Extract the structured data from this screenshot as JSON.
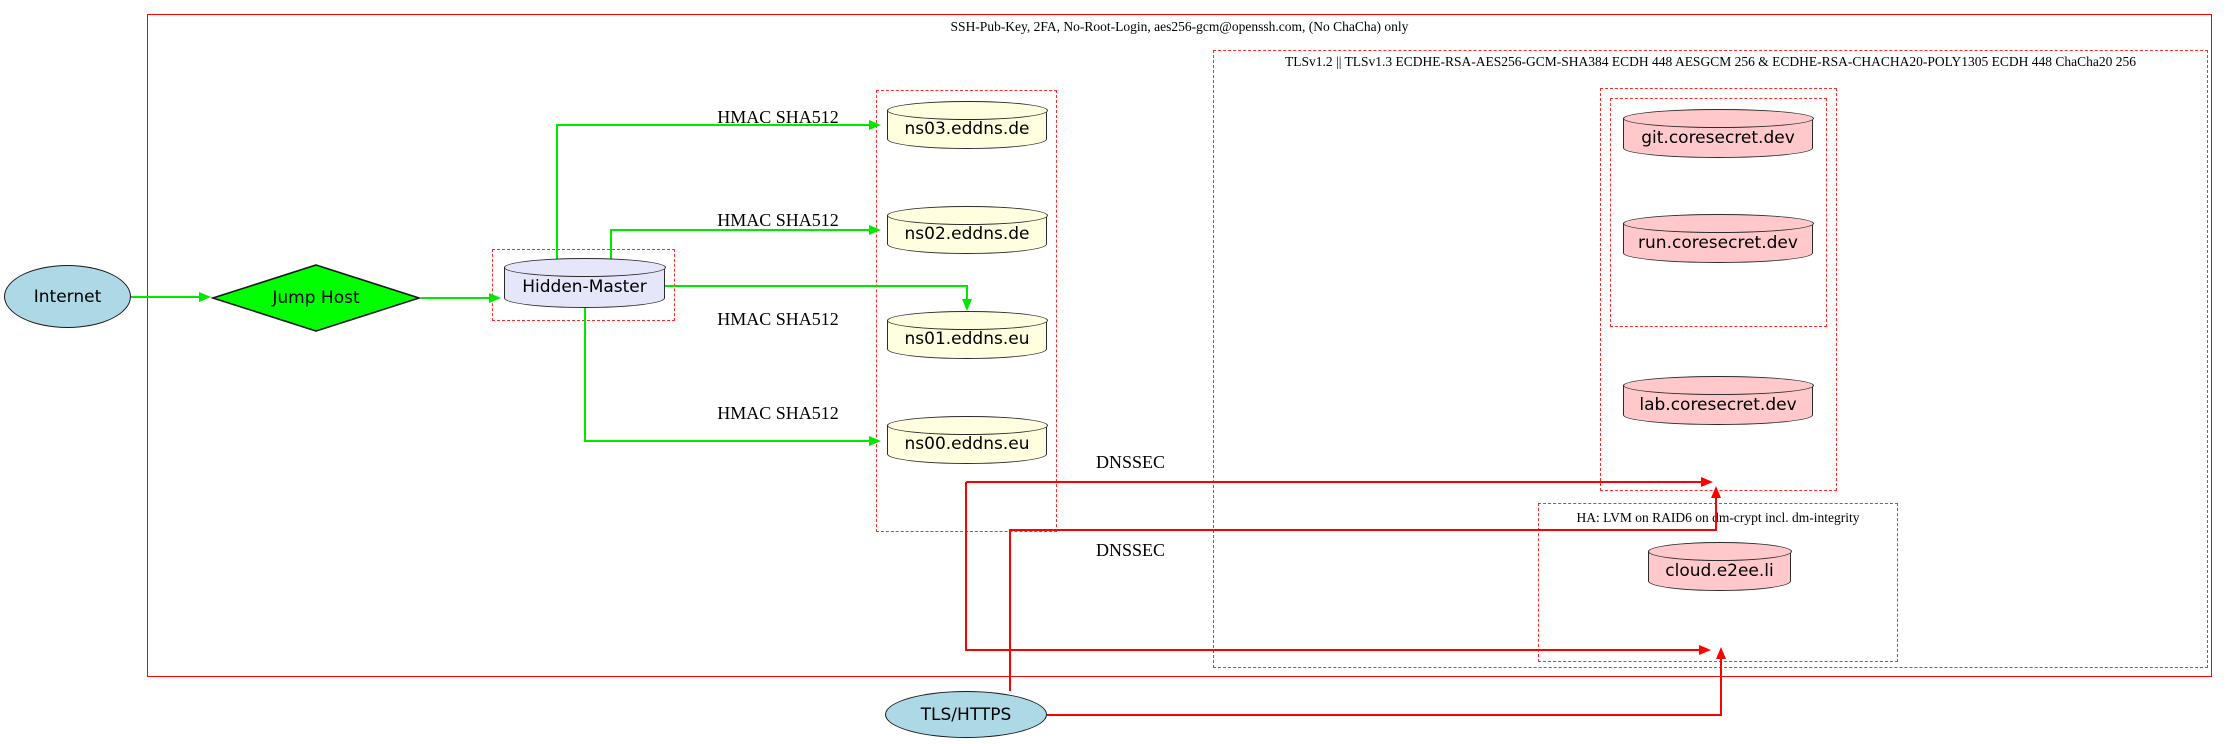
{
  "diagram": {
    "clusters": {
      "ssh": {
        "label": "SSH-Pub-Key, 2FA, No-Root-Login, aes256-gcm@openssh.com, (No ChaCha) only"
      },
      "tls": {
        "label": "TLSv1.2 || TLSv1.3 ECDHE-RSA-AES256-GCM-SHA384 ECDH 448 AESGCM 256 & ECDHE-RSA-CHACHA20-POLY1305 ECDH 448 ChaCha20 256"
      },
      "ha": {
        "label": "HA: LVM on RAID6 on dm-crypt incl. dm-integrity"
      }
    },
    "nodes": {
      "internet": {
        "label": "Internet",
        "shape": "ellipse",
        "fill": "#add8e6"
      },
      "jump_host": {
        "label": "Jump Host",
        "shape": "diamond",
        "fill": "#00ff00"
      },
      "hidden_master": {
        "label": "Hidden-Master",
        "shape": "cylinder",
        "fill": "#e6e6fa"
      },
      "ns03": {
        "label": "ns03.eddns.de",
        "shape": "cylinder",
        "fill": "#ffffe0"
      },
      "ns02": {
        "label": "ns02.eddns.de",
        "shape": "cylinder",
        "fill": "#ffffe0"
      },
      "ns01": {
        "label": "ns01.eddns.eu",
        "shape": "cylinder",
        "fill": "#ffffe0"
      },
      "ns00": {
        "label": "ns00.eddns.eu",
        "shape": "cylinder",
        "fill": "#ffffe0"
      },
      "git": {
        "label": "git.coresecret.dev",
        "shape": "cylinder",
        "fill": "#ffc9cb"
      },
      "run": {
        "label": "run.coresecret.dev",
        "shape": "cylinder",
        "fill": "#ffc9cb"
      },
      "lab": {
        "label": "lab.coresecret.dev",
        "shape": "cylinder",
        "fill": "#ffc9cb"
      },
      "cloud": {
        "label": "cloud.e2ee.li",
        "shape": "cylinder",
        "fill": "#ffc9cb"
      },
      "tls_https": {
        "label": "TLS/HTTPS",
        "shape": "ellipse",
        "fill": "#add8e6"
      }
    },
    "edge_labels": {
      "hmac1": "HMAC SHA512",
      "hmac2": "HMAC SHA512",
      "hmac3": "HMAC SHA512",
      "hmac4": "HMAC SHA512",
      "dnssec1": "DNSSEC",
      "dnssec2": "DNSSEC"
    },
    "colors": {
      "secure_sync_edge": "#00e800",
      "boundary_and_dnssec": "#ff0000",
      "dns_node_fill": "#ffffe0",
      "web_node_fill": "#ffc9cb",
      "master_node_fill": "#e6e6fa",
      "endpoint_fill": "#add8e6"
    }
  }
}
